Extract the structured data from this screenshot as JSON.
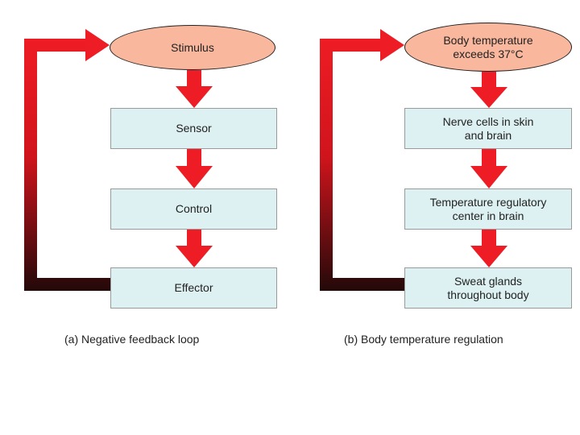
{
  "panel_a": {
    "stimulus": "Stimulus",
    "sensor": "Sensor",
    "control": "Control",
    "effector": "Effector",
    "caption": "(a) Negative feedback loop"
  },
  "panel_b": {
    "stimulus_line1": "Body temperature",
    "stimulus_line2": "exceeds 37°C",
    "sensor_line1": "Nerve cells in skin",
    "sensor_line2": "and brain",
    "control_line1": "Temperature regulatory",
    "control_line2": "center in brain",
    "effector_line1": "Sweat glands",
    "effector_line2": "throughout body",
    "caption": "(b) Body temperature regulation"
  },
  "colors": {
    "ellipse_fill": "#f9b79d",
    "box_fill": "#ddf0f2",
    "arrow_red": "#ee1c24",
    "loop_dark": "#1a0808"
  }
}
